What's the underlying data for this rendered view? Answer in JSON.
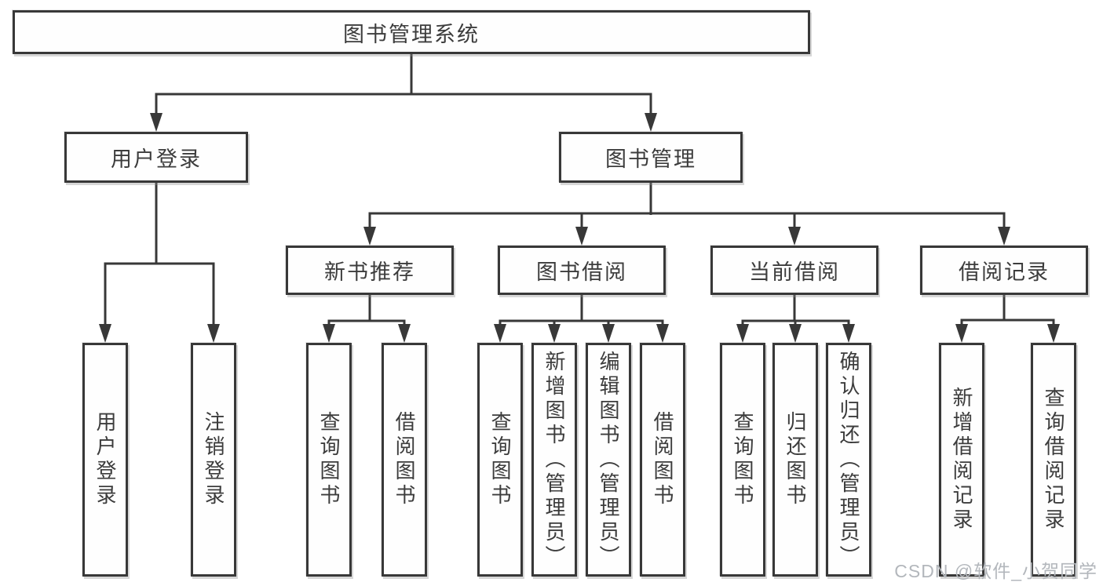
{
  "diagram": {
    "root": {
      "label": "图书管理系统"
    },
    "branches": [
      {
        "label": "用户登录",
        "children": [
          {
            "label": "用户登录"
          },
          {
            "label": "注销登录"
          }
        ]
      },
      {
        "label": "图书管理",
        "children": [
          {
            "label": "新书推荐",
            "children": [
              {
                "label": "查询图书"
              },
              {
                "label": "借阅图书"
              }
            ]
          },
          {
            "label": "图书借阅",
            "children": [
              {
                "label": "查询图书"
              },
              {
                "label": "新增图书（管理员）"
              },
              {
                "label": "编辑图书（管理员）"
              },
              {
                "label": "借阅图书"
              }
            ]
          },
          {
            "label": "当前借阅",
            "children": [
              {
                "label": "查询图书"
              },
              {
                "label": "归还图书"
              },
              {
                "label": "确认归还（管理员）"
              }
            ]
          },
          {
            "label": "借阅记录",
            "children": [
              {
                "label": "新增借阅记录"
              },
              {
                "label": "查询借阅记录"
              }
            ]
          }
        ]
      }
    ]
  },
  "watermark": {
    "text": "CSDN @软件_小贺同学"
  },
  "colors": {
    "line": "#383838",
    "box_border": "#383838",
    "text": "#3c3c3c",
    "watermark": "#b3b7bc"
  }
}
